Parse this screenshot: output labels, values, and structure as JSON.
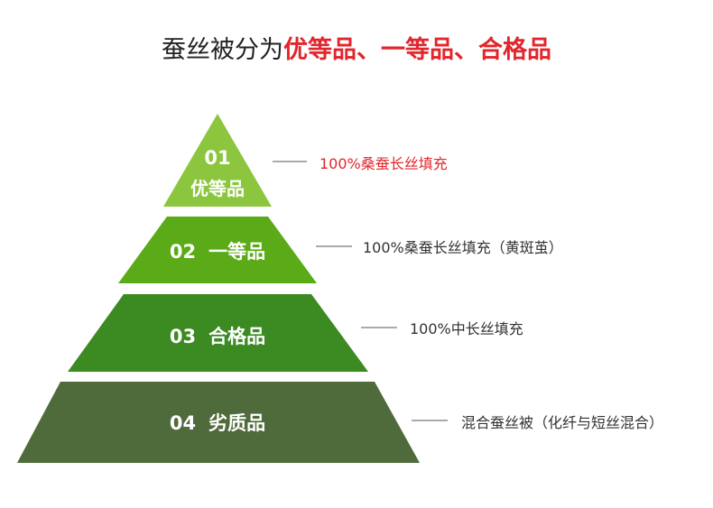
{
  "title": {
    "prefix": "蚕丝被分为",
    "highlight": "优等品、一等品、合格品"
  },
  "colors": {
    "tier1": "#8cc63f",
    "tier2": "#5aab17",
    "tier3": "#3c8a22",
    "tier4": "#4f6a3b",
    "highlight_text": "#e1262c",
    "connector": "#555555"
  },
  "tiers": [
    {
      "number": "01",
      "name": "优等品",
      "description": "100%桑蚕长丝填充"
    },
    {
      "number": "02",
      "name": "一等品",
      "description": "100%桑蚕长丝填充（黄斑茧）"
    },
    {
      "number": "03",
      "name": "合格品",
      "description": "100%中长丝填充"
    },
    {
      "number": "04",
      "name": "劣质品",
      "description": "混合蚕丝被（化纤与短丝混合）"
    }
  ]
}
